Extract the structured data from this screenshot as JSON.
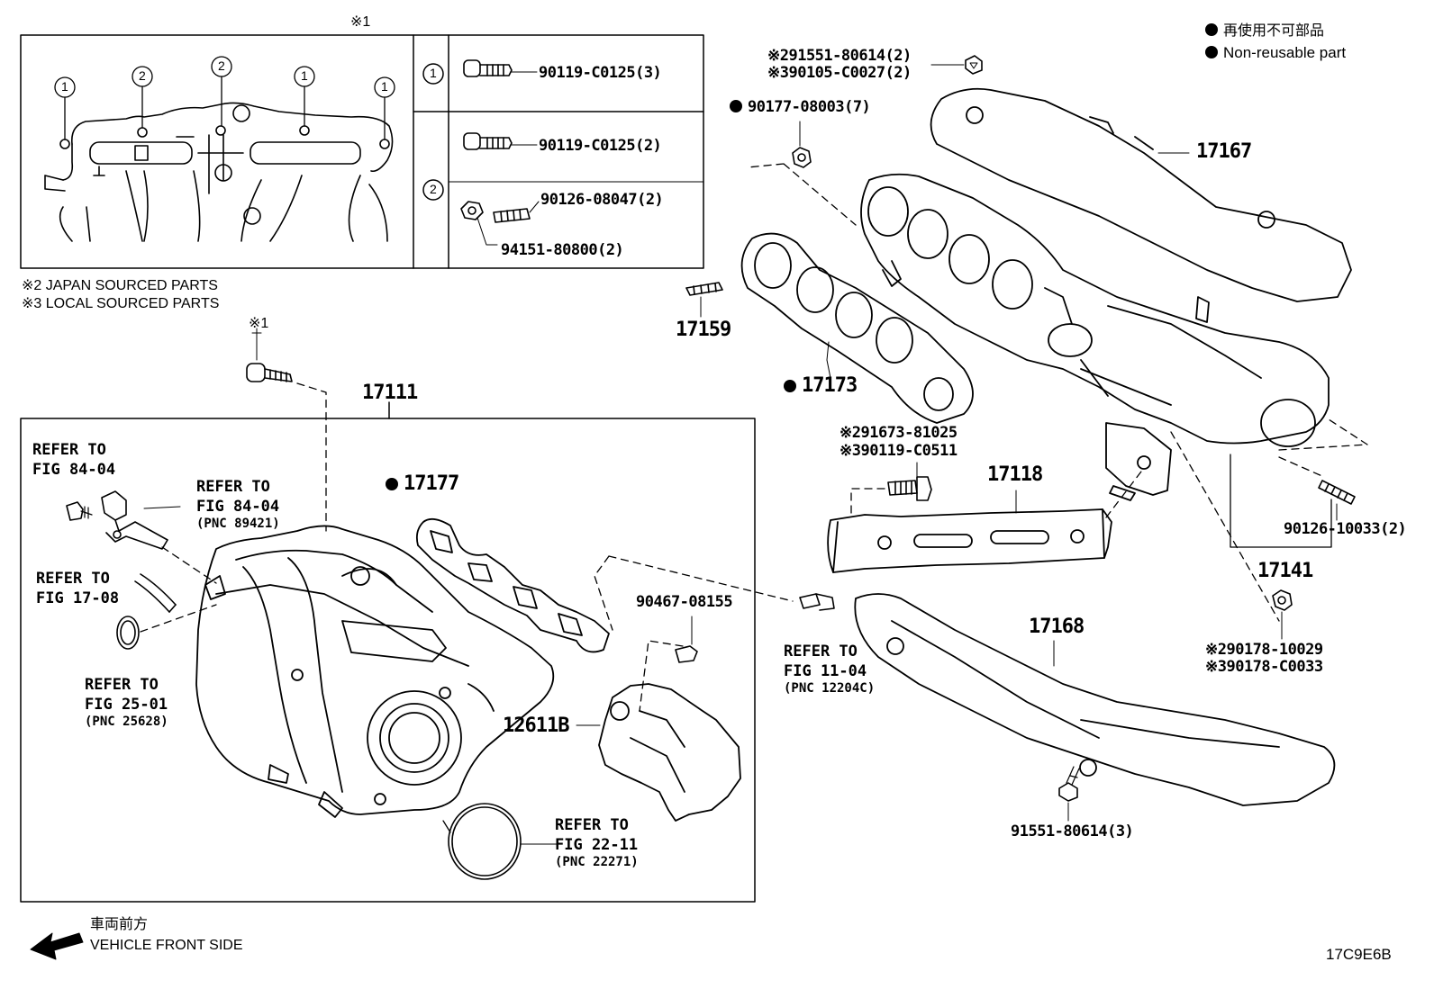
{
  "legend": {
    "jp": "再使用不可部品",
    "en": "Non-reusable part"
  },
  "notes": {
    "mark1_top": "※1",
    "mark1_bolt": "※1",
    "japan": "※2  JAPAN SOURCED PARTS",
    "local": "※3  LOCAL SOURCED PARTS"
  },
  "inset": {
    "row1_circle": "1",
    "row2_circle": "2",
    "c1a": "1",
    "c2a": "2",
    "c2b": "2",
    "c1b": "1",
    "c1c": "1",
    "p1": "90119-C0125(3)",
    "p2": "90119-C0125(2)",
    "p3": "90126-08047(2)",
    "p4": "94151-80800(2)"
  },
  "parts": {
    "pa": "※291551-80614(2)",
    "pb": "※390105-C0027(2)",
    "p90177": "90177-08003(7)",
    "p17167": "17167",
    "p17159": "17159",
    "p17173": "17173",
    "p17111": "17111",
    "p91673": "※291673-81025",
    "p90119": "※390119-C0511",
    "p17118": "17118",
    "p17177": "17177",
    "p90126": "90126-10033(2)",
    "p17141": "17141",
    "p90467": "90467-08155",
    "p90178a": "※290178-10029",
    "p90178b": "※390178-C0033",
    "p17168": "17168",
    "p12611": "12611B",
    "p91551": "91551-80614(3)"
  },
  "refs": {
    "r1a": "REFER TO",
    "r1b": "FIG 84-04",
    "r2a": "REFER TO",
    "r2b": "FIG 84-04",
    "r2c": "(PNC 89421)",
    "r3a": "REFER TO",
    "r3b": "FIG 17-08",
    "r4a": "REFER TO",
    "r4b": "FIG 25-01",
    "r4c": "(PNC 25628)",
    "r5a": "REFER TO",
    "r5b": "FIG 11-04",
    "r5c": "(PNC 12204C)",
    "r6a": "REFER TO",
    "r6b": "FIG 22-11",
    "r6c": "(PNC 22271)"
  },
  "footer": {
    "jp": "車両前方",
    "en": "VEHICLE FRONT SIDE",
    "code": "17C9E6B"
  }
}
